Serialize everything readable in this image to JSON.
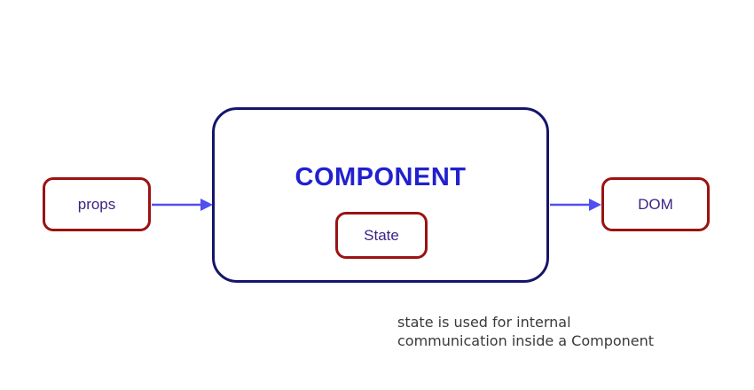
{
  "diagram": {
    "component": {
      "label": "COMPONENT"
    },
    "props": {
      "label": "props"
    },
    "state": {
      "label": "State"
    },
    "dom": {
      "label": "DOM"
    },
    "caption": {
      "line1": "state is used for internal",
      "line2": "communication inside a Component"
    },
    "colors": {
      "component_border": "#15156b",
      "component_text": "#2121cf",
      "node_border": "#9b1212",
      "node_text": "#3b2483",
      "arrow": "#5050f0",
      "caption_text": "#3a3a3a",
      "canvas_bg": "#ffffff"
    }
  }
}
